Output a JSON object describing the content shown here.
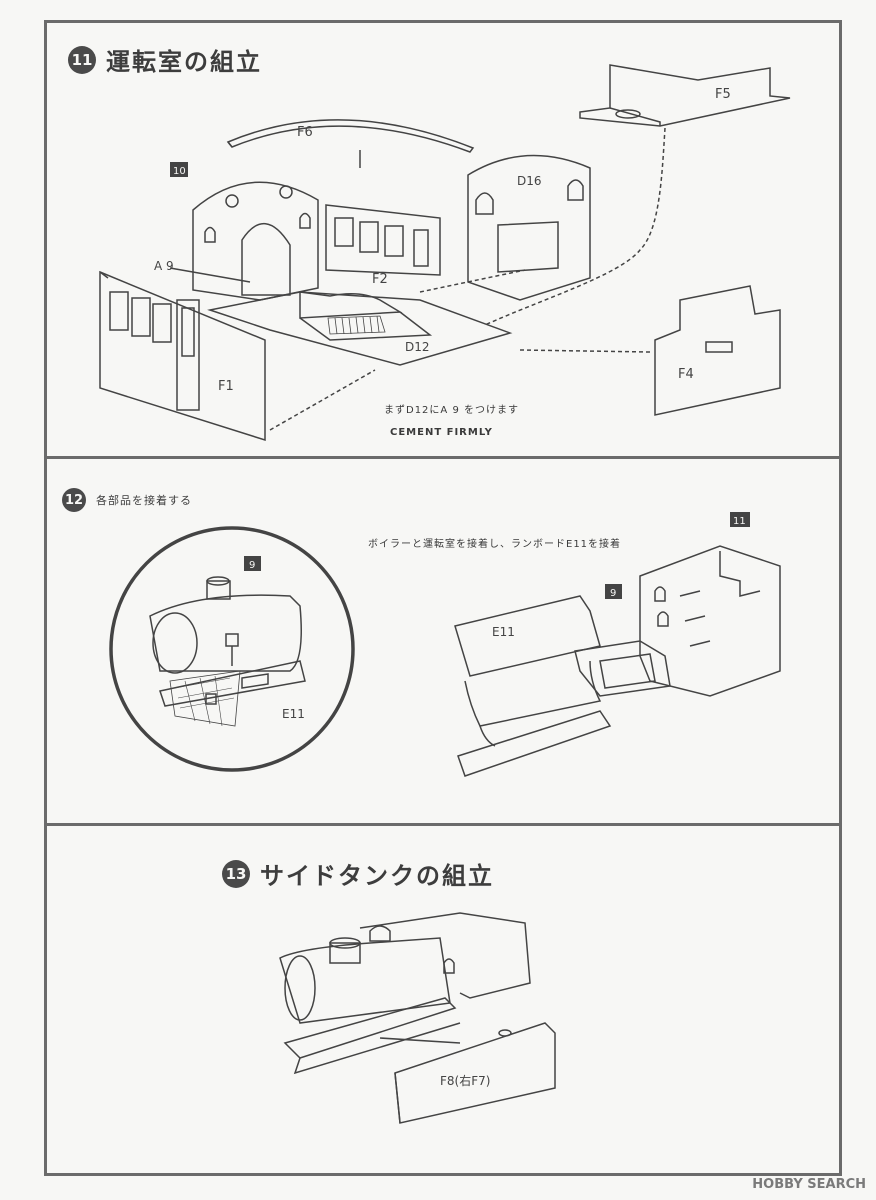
{
  "step11": {
    "number": "11",
    "title": "運転室の組立",
    "parts": {
      "f1": "F1",
      "f2": "F2",
      "f4": "F4",
      "f5": "F5",
      "f6": "F6",
      "d12": "D12",
      "d16": "D16",
      "a9": "A 9",
      "ref10": "10"
    },
    "note_jp": "まずD12にA 9 をつけます",
    "note_en": "CEMENT FIRMLY"
  },
  "step12": {
    "number": "12",
    "title": "各部品を接着する",
    "note_jp": "ボイラーと運転室を接着し、ランボードE11を接着",
    "parts": {
      "ref9a": "9",
      "ref9b": "9",
      "ref11": "11",
      "e11a": "E11",
      "e11b": "E11"
    }
  },
  "step13": {
    "number": "13",
    "title": "サイドタンクの組立",
    "parts": {
      "f8": "F8(右F7)"
    }
  },
  "watermark": "HOBBY SEARCH"
}
